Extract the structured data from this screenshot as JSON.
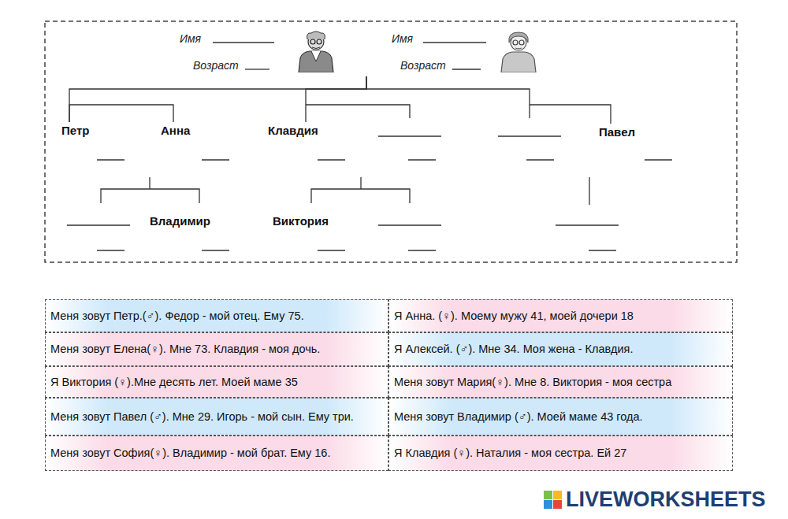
{
  "diagram": {
    "nodes": [
      {
        "text": [
          "Имя",
          "Возраст"
        ]
      },
      {
        "text": [
          "Имя",
          "Возраст"
        ]
      },
      {
        "text": [
          "Петр"
        ]
      },
      {
        "text": [
          "Анна"
        ]
      },
      {
        "text": [
          "Клавдия"
        ]
      },
      {
        "text": [
          "Павел"
        ]
      },
      {
        "text": [
          "Владимир"
        ]
      },
      {
        "text": [
          "Виктория"
        ]
      }
    ],
    "edges": [
      {
        "from": 0,
        "to": 2,
        "arrow": "none"
      },
      {
        "from": 0,
        "to": 4,
        "arrow": "none"
      },
      {
        "from": 0,
        "to": 5,
        "arrow": "none"
      },
      {
        "from": 2,
        "to": 3,
        "arrow": "none"
      }
    ],
    "labels": [
      "Меня зовут Петр.(♂). Федор - мой отец. Ему 75.",
      "Я Анна. (♀). Моему мужу 41, моей дочери 18",
      "Меня зовут Елена(♀). Мне 73. Клавдия - моя дочь.",
      "Я Алексей. (♂). Мне 34. Моя жена - Клавдия.",
      "Я Виктория (♀).Мне десять лет. Моей маме 35",
      "Меня зовут Мария(♀). Мне 8. Виктория - моя сестра",
      "Меня зовут Павел (♂). Мне 29. Игорь - мой сын. Ему три.",
      "Меня зовут Владимир (♂). Моей маме 43 года.",
      "Меня зовут София(♀). Владимир - мой брат. Ему 16.",
      "Я Клавдия (♀). Наталия - моя сестра. Ей 27",
      "LIVEWORKSHEETS"
    ]
  }
}
